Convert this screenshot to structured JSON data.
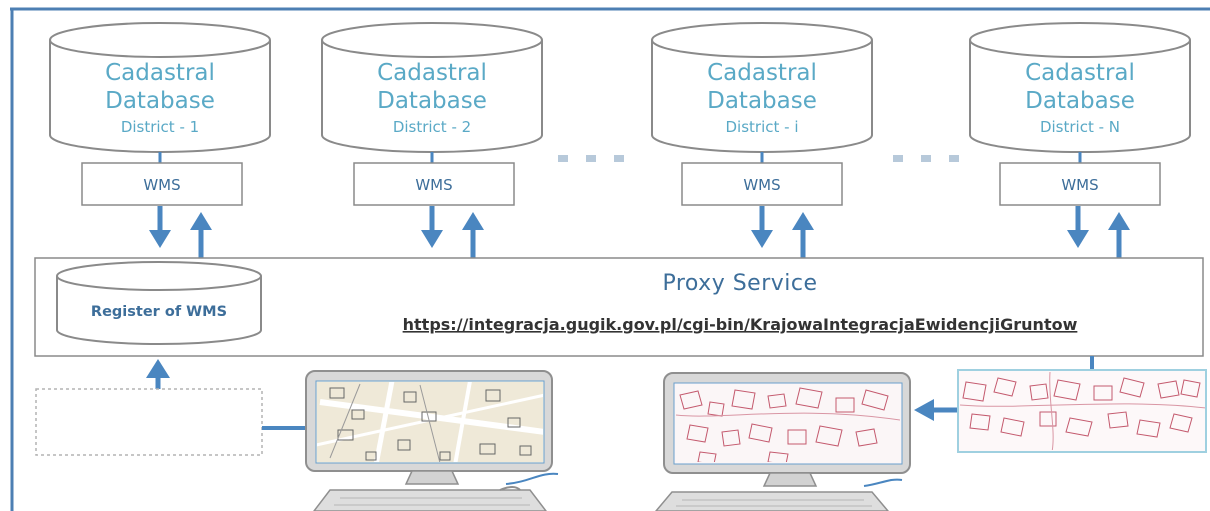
{
  "diagram": {
    "databases": [
      {
        "title_line1": "Cadastral",
        "title_line2": "Database",
        "district": "District - 1",
        "service": "WMS"
      },
      {
        "title_line1": "Cadastral",
        "title_line2": "Database",
        "district": "District - 2",
        "service": "WMS"
      },
      {
        "title_line1": "Cadastral",
        "title_line2": "Database",
        "district": "District - i",
        "service": "WMS"
      },
      {
        "title_line1": "Cadastral",
        "title_line2": "Database",
        "district": "District - N",
        "service": "WMS"
      }
    ],
    "proxy": {
      "title": "Proxy Service",
      "url": "https://integracja.gugik.gov.pl/cgi-bin/KrajowaIntegracjaEwidencjiGruntow"
    },
    "register": {
      "label": "Register of WMS"
    },
    "colors": {
      "frame": "#4d7fb3",
      "arrow": "#4a86c0",
      "db_stroke": "#8a8a8a",
      "text_blue": "#5aa9c6",
      "dots": "#b7c9da"
    },
    "icons": [
      "database-icon",
      "monitor-icon",
      "keyboard-icon",
      "map-parcels-icon"
    ]
  }
}
